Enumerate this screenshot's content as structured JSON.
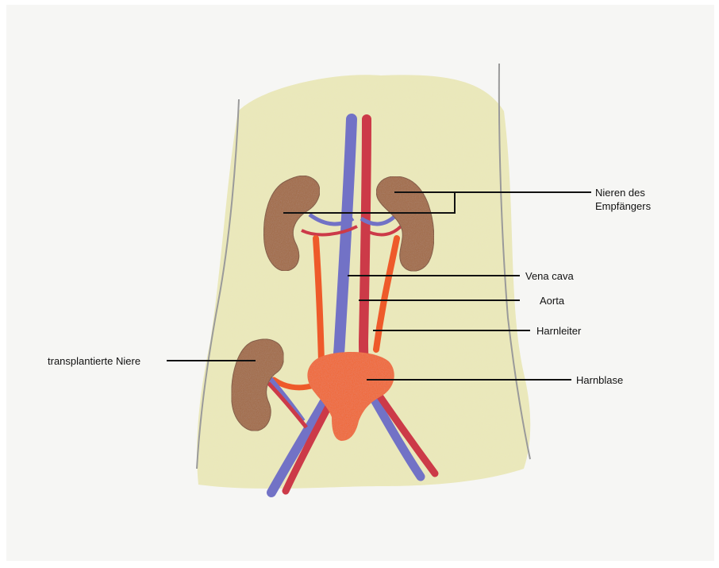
{
  "labels": {
    "recipient_kidneys_line1": "Nieren des",
    "recipient_kidneys_line2": "Empfängers",
    "vena_cava": "Vena cava",
    "aorta": "Aorta",
    "ureter": "Harnleiter",
    "bladder": "Harnblase",
    "transplanted_kidney": "transplantierte Niere"
  },
  "colors": {
    "paper": "#f6f6f4",
    "body_fill": "#e9e6a6",
    "kidney": "#a0663f",
    "vein": "#7272c6",
    "artery": "#cc3a48",
    "ureter": "#ee5a2a",
    "bladder": "#f0642c",
    "outline": "#9a9a9a",
    "leader": "#111111"
  }
}
